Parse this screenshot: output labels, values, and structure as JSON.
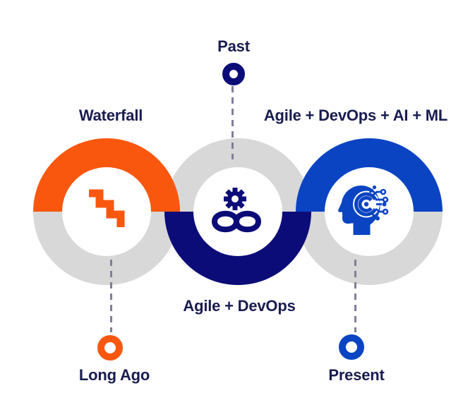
{
  "diagram": {
    "name": "software-development-evolution-timeline",
    "stages": [
      {
        "label": "Waterfall",
        "icon": "stairs-icon",
        "accent_color": "#F9570E",
        "accent_half": "top",
        "era": "Long Ago"
      },
      {
        "label": "Agile + DevOps",
        "icon": "devops-infinity-gear-icon",
        "accent_color": "#0C0C78",
        "accent_half": "bottom",
        "era": "Past"
      },
      {
        "label": "Agile + DevOps + AI + ML",
        "icon": "ai-head-circuit-icon",
        "accent_color": "#0A44C2",
        "accent_half": "top",
        "era": "Present"
      }
    ],
    "era_markers": [
      {
        "label": "Past",
        "color": "#0C0C78",
        "position": "top-center"
      },
      {
        "label": "Long Ago",
        "color": "#F9570E",
        "position": "bottom-left"
      },
      {
        "label": "Present",
        "color": "#0A44C2",
        "position": "bottom-right"
      }
    ]
  },
  "colors": {
    "orange": "#F9570E",
    "navy": "#0C0C78",
    "blue": "#0A44C2",
    "gray": "#D8D8D8",
    "dash": "#7F7F99",
    "text": "#191C4F",
    "bg": "#FFFFFF"
  }
}
